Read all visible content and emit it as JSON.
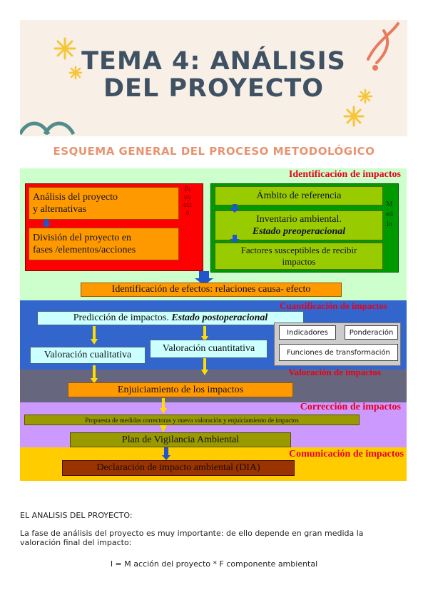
{
  "banner": {
    "title_line1": "TEMA 4: ANÁLISIS",
    "title_line2": "DEL PROYECTO"
  },
  "subtitle": "ESQUEMA GENERAL DEL PROCESO METODOLÓGICO",
  "diagram": {
    "headers": {
      "identificacion": "Identificación de impactos",
      "cuantificacion": "Cuantificación de impactos",
      "valoracion": "Valoración de impactos",
      "correccion": "Corrección de impactos",
      "comunicacion": "Comunicación de impactos"
    },
    "proyecto": {
      "vertical_label": "Proyecto",
      "box1": "Análisis del proyecto\ny alternativas",
      "box2": "División del proyecto en\nfases /elementos/acciones"
    },
    "medio": {
      "vertical_label": "Medio",
      "box1": "Ámbito de referencia",
      "box2_line1": "Inventario ambiental.",
      "box2_line2": "Estado preoperacional",
      "box3": "Factores susceptibles de recibir\nimpactos"
    },
    "efectos": "Identificación de efectos: relaciones causa- efecto",
    "prediccion_a": "Predicción de impactos. ",
    "prediccion_b": "Estado postoperacional",
    "indicadores": "Indicadores",
    "ponderacion": "Ponderación",
    "funciones": "Funciones de transformación",
    "cualitativa": "Valoración cualitativa",
    "cuantitativa": "Valoración cuantitativa",
    "enjuiciamiento": "Enjuiciamiento de los impactos",
    "propuesta": "Propuesta de medidas correctoras y nueva valoración y enjuiciamiento de impactos",
    "plan": "Plan de Vigilancia Ambiental",
    "declaracion": "Declaración de impacto ambiental (DIA)"
  },
  "text": {
    "heading": "EL ANALISIS DEL PROYECTO:",
    "paragraph": "La fase de análisis del proyecto es muy importante: de ello depende en gran medida la valoración final del impacto:",
    "formula": "I = M acción del proyecto * F componente ambiental"
  },
  "colors": {
    "title": "#3f5264",
    "subtitle": "#e8936f",
    "header_red": "#e8001e",
    "band_green": "#ccffcc",
    "band_blue": "#3366cc",
    "band_gray": "#66667f",
    "band_lilac": "#cc99ff",
    "band_yellow": "#ffcc00"
  }
}
